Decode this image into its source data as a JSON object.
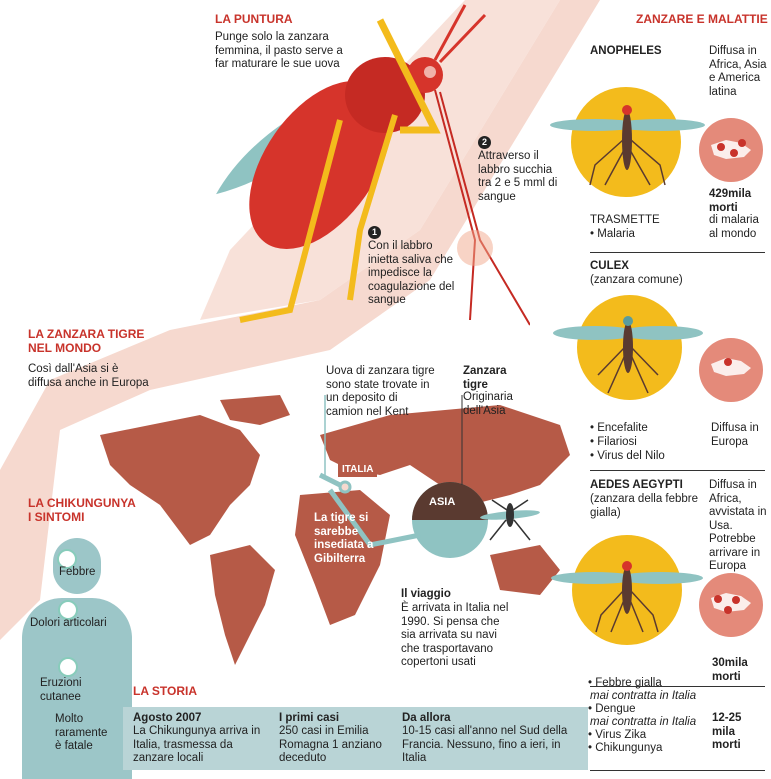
{
  "puntura": {
    "title": "LA PUNTURA",
    "text": "Punge solo la zanzara femmina, il pasto serve a far maturare le sue uova",
    "step1_num": "1",
    "step1_text": "Con il labbro inietta saliva che impedisce la coagulazione del sangue",
    "step2_num": "2",
    "step2_text": "Attraverso il labbro succhia tra 2 e 5 mml di sangue"
  },
  "tigre_mondo": {
    "title": "LA ZANZARA TIGRE NEL MONDO",
    "text": "Così dall'Asia si è diffusa anche in Europa",
    "kent_note": "Uova di zanzara tigre sono state trovate in un deposito di camion nel Kent",
    "zanzara_tigre_title": "Zanzara tigre",
    "zanzara_tigre_text": "Originaria dell'Asia",
    "label_italia": "ITALIA",
    "label_asia": "ASIA",
    "gibilterra": "La tigre si sarebbe insediata a Gibilterra",
    "viaggio_title": "Il viaggio",
    "viaggio_text": "È arrivata in Italia nel 1990. Si pensa che sia arrivata su navi che trasportavano copertoni usati"
  },
  "chikungunya": {
    "title": "LA CHIKUNGUNYA I SINTOMI",
    "symptoms": [
      "Febbre",
      "Dolori articolari",
      "Eruzioni cutanee",
      "Molto raramente è fatale"
    ]
  },
  "storia": {
    "title": "LA STORIA",
    "cols": [
      {
        "head": "Agosto 2007",
        "text": "La Chikungunya arriva in Italia, trasmessa da zanzare locali"
      },
      {
        "head": "I primi casi",
        "text": "250 casi in Emilia Romagna 1 anziano deceduto"
      },
      {
        "head": "Da allora",
        "text": "10-15 casi all'anno nel Sud della Francia. Nessuno, fino a ieri, in Italia"
      }
    ]
  },
  "malattie": {
    "title": "ZANZARE E MALATTIE",
    "anopheles": {
      "name": "ANOPHELES",
      "diffusa": "Diffusa in Africa, Asia e America latina",
      "trasmette_label": "TRASMETTE",
      "diseases": [
        "Malaria"
      ],
      "morti_head": "429mila morti",
      "morti_text": "di malaria al mondo"
    },
    "culex": {
      "name": "CULEX",
      "subtitle": "(zanzara comune)",
      "diseases": [
        "Encefalite",
        "Filariosi",
        "Virus del Nilo"
      ],
      "diffusa": "Diffusa in Europa"
    },
    "aedes": {
      "name": "AEDES AEGYPTI",
      "subtitle": "(zanzara della febbre gialla)",
      "diffusa": "Diffusa in Africa, avvistata in Usa. Potrebbe arrivare in Europa",
      "diseases": [
        {
          "name": "Febbre gialla",
          "note": "mai contratta in Italia"
        },
        {
          "name": "Dengue",
          "note": "mai contratta in Italia"
        },
        {
          "name": "Virus Zika",
          "note": ""
        },
        {
          "name": "Chikungunya",
          "note": ""
        }
      ],
      "morti1_head": "30mila morti",
      "morti2_head": "12-25 mila morti"
    }
  },
  "colors": {
    "accent_red": "#c8332b",
    "skin": "#f6d9cf",
    "mosquito_red": "#d6342b",
    "yellow": "#f3bb1c",
    "map_brown": "#b65a47",
    "teal": "#9cc6c8"
  }
}
